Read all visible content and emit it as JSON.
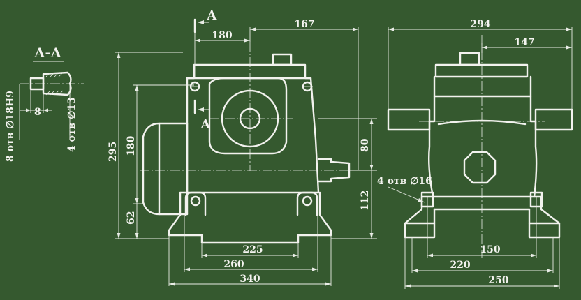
{
  "section": {
    "title": "А-А",
    "hole_8": "8 отв ∅18Н9",
    "hole_4": "4 отв ∅13",
    "depth": "8"
  },
  "front_view": {
    "cut_mark_top": "А",
    "cut_mark_mid": "А",
    "dims": {
      "d180_top": "180",
      "d167": "167",
      "d295": "295",
      "d180_left": "180",
      "d62": "62",
      "d80": "80",
      "d112": "112",
      "d225": "225",
      "d260": "260",
      "d340": "340"
    }
  },
  "side_view": {
    "holes_note": "4 отв ∅16",
    "dims": {
      "d294": "294",
      "d147": "147",
      "d150": "150",
      "d220": "220",
      "d250": "250"
    }
  }
}
